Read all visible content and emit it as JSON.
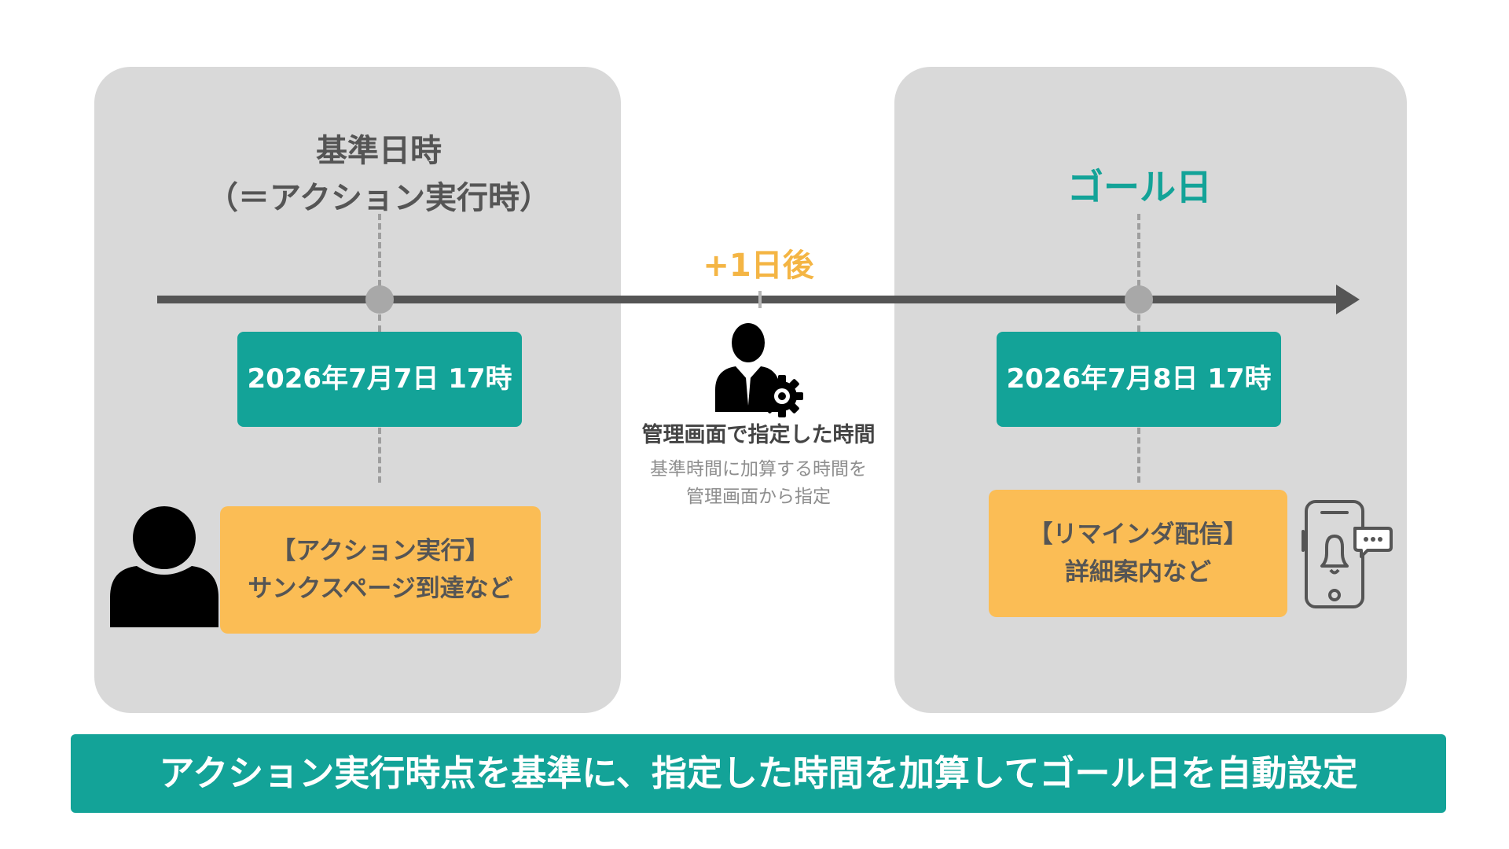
{
  "base": {
    "title_line1": "基準日時",
    "title_line2": "（＝アクション実行時）",
    "date": "2026年7月7日 17時",
    "note_line1": "【アクション実行】",
    "note_line2": "サンクスページ到達など",
    "icon": "user-icon"
  },
  "offset": {
    "label": "+1日後",
    "icon": "admin-gear-icon",
    "admin_label": "管理画面で指定した時間",
    "desc_line1": "基準時間に加算する時間を",
    "desc_line2": "管理画面から指定"
  },
  "goal": {
    "title": "ゴール日",
    "date": "2026年7月8日 17時",
    "note_line1": "【リマインダ配信】",
    "note_line2": "詳細案内など",
    "icon": "smartphone-notification-icon"
  },
  "banner": "アクション実行時点を基準に、指定した時間を加算してゴール日を自動設定",
  "colors": {
    "accent": "#13a398",
    "highlight": "#f4b544",
    "note_bg": "#fbbd55",
    "panel_bg": "#d9d9d9",
    "timeline": "#555555"
  }
}
